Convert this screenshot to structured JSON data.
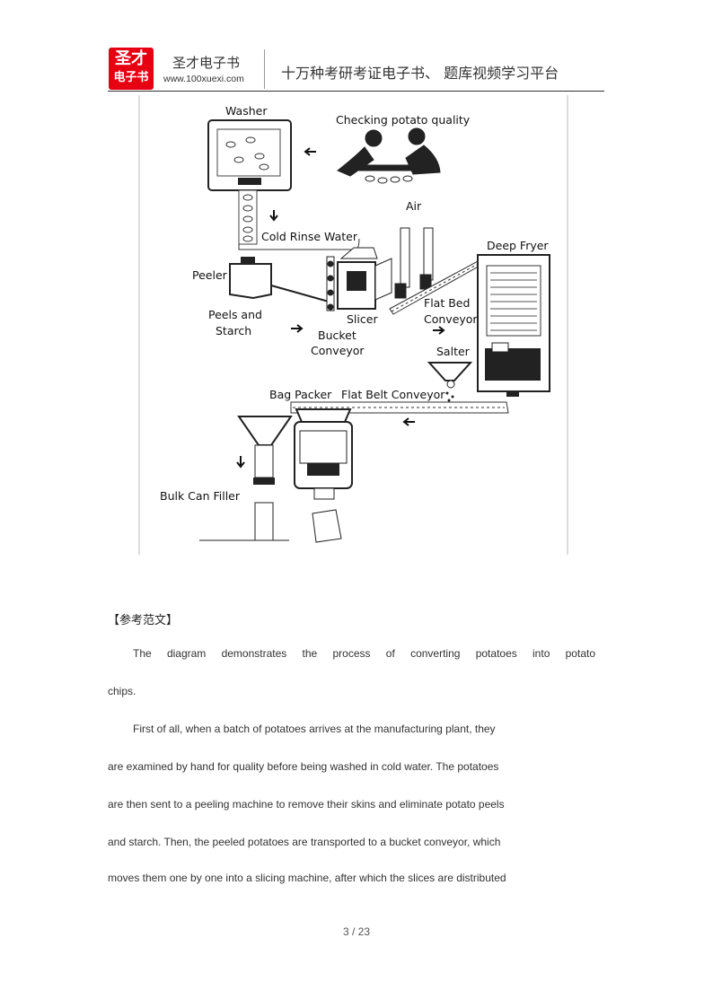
{
  "header": {
    "logo_line1": "圣才",
    "logo_line2": "电子书",
    "brand_name": "圣才电子书",
    "url": "www.100xuexi.com",
    "slogan": "十万种考研考证电子书、  题库视频学习平台"
  },
  "diagram": {
    "labels": {
      "washer": "Washer",
      "checking": "Checking potato quality",
      "air": "Air",
      "cold_rinse": "Cold Rinse Water",
      "deep_fryer": "Deep Fryer",
      "peeler": "Peeler",
      "flat_bed_1": "Flat Bed",
      "flat_bed_2": "Conveyor",
      "peels_1": "Peels and",
      "peels_2": "Starch",
      "slicer": "Slicer",
      "bucket_1": "Bucket",
      "bucket_2": "Conveyor",
      "salter": "Salter",
      "bag_packer": "Bag Packer",
      "flat_belt": "Flat Belt Conveyor",
      "bulk_can": "Bulk Can Filler"
    }
  },
  "section_heading": "【参考范文】",
  "paragraphs": {
    "l1": "The diagram demonstrates the process of converting potatoes into potato",
    "l2": "chips.",
    "l3": "First of all, when a batch of potatoes arrives at the manufacturing plant, they",
    "l4": "are examined by hand for quality before being washed in cold water. The potatoes",
    "l5": "are then sent to a peeling machine to remove their skins and eliminate potato peels",
    "l6": "and starch. Then, the peeled potatoes are transported to a bucket conveyor, which",
    "l7": "moves them one by one into a slicing machine, after which the slices are distributed"
  },
  "page_number": "3 / 23"
}
